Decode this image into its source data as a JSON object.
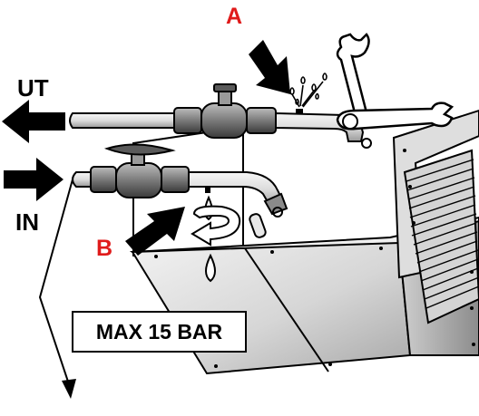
{
  "labels": {
    "a": "A",
    "b": "B",
    "out": "UT",
    "in": "IN",
    "pressure": "MAX 15 BAR"
  },
  "colors": {
    "marker_red": "#e01b1b",
    "ink": "#000000",
    "metal_light": "#eeeeee",
    "metal_mid": "#c8c8c8",
    "metal_dark": "#8a8a8a"
  },
  "icons": [
    "arrow-right-icon",
    "arrow-left-icon",
    "wrench-icon",
    "water-drop-icon",
    "leak-spray-icon",
    "rotate-arrow-icon",
    "ball-valve-icon"
  ]
}
